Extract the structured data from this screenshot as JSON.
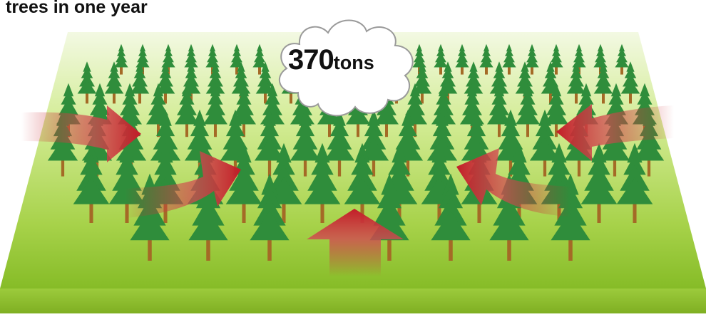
{
  "caption": "trees in one year",
  "amount": {
    "value": "370",
    "unit": "tons"
  },
  "colors": {
    "ground_light": "#e9f5c6",
    "ground_mid": "#b4dc58",
    "ground_dark": "#7fb521",
    "ground_edge": "#8fc02f",
    "tree_foliage": "#2f8d3b",
    "tree_trunk": "#a46a26",
    "arrow": "#c8262f",
    "cloud": "#ffffff"
  }
}
